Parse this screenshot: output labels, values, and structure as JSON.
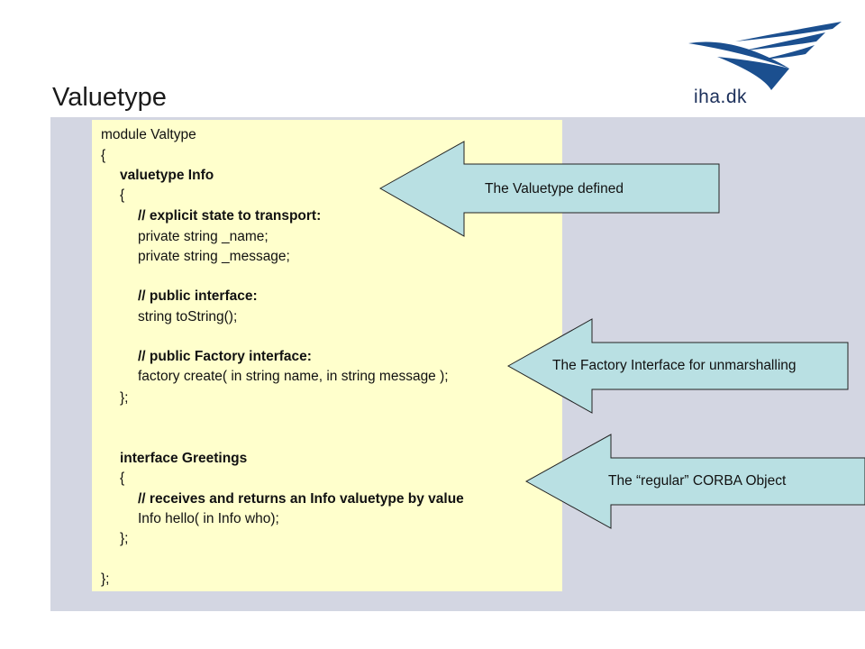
{
  "slide": {
    "title": "Valuetype",
    "logo_text": "iha.dk"
  },
  "code": [
    {
      "text": "module Valtype",
      "bold": false
    },
    {
      "text": "{",
      "bold": false
    },
    {
      "text": "valuetype Info",
      "bold": true
    },
    {
      "text": "{",
      "bold": false
    },
    {
      "text": "// explicit state to transport:",
      "bold": true
    },
    {
      "text": "private string _name;",
      "bold": false
    },
    {
      "text": "private string _message;",
      "bold": false
    },
    {
      "text": "// public interface:",
      "bold": true
    },
    {
      "text": "string toString();",
      "bold": false
    },
    {
      "text": "// public Factory interface:",
      "bold": true
    },
    {
      "text": "factory create( in string name, in string message );",
      "bold": false
    },
    {
      "text": "};",
      "bold": false
    },
    {
      "text": "interface Greetings",
      "bold": true
    },
    {
      "text": "{",
      "bold": false
    },
    {
      "text": "// receives and returns an Info valuetype by value",
      "bold": true
    },
    {
      "text": "Info hello( in Info who);",
      "bold": false
    },
    {
      "text": "};",
      "bold": false
    },
    {
      "text": "};",
      "bold": false
    }
  ],
  "callouts": {
    "valuetype": "The Valuetype defined",
    "factory": "The Factory Interface for unmarshalling",
    "regular": "The “regular” CORBA Object"
  },
  "colors": {
    "code_bg": "#ffffcc",
    "band_bg": "#d3d6e2",
    "arrow_fill": "#b9e0e3",
    "logo_blue": "#1b4f8f"
  }
}
